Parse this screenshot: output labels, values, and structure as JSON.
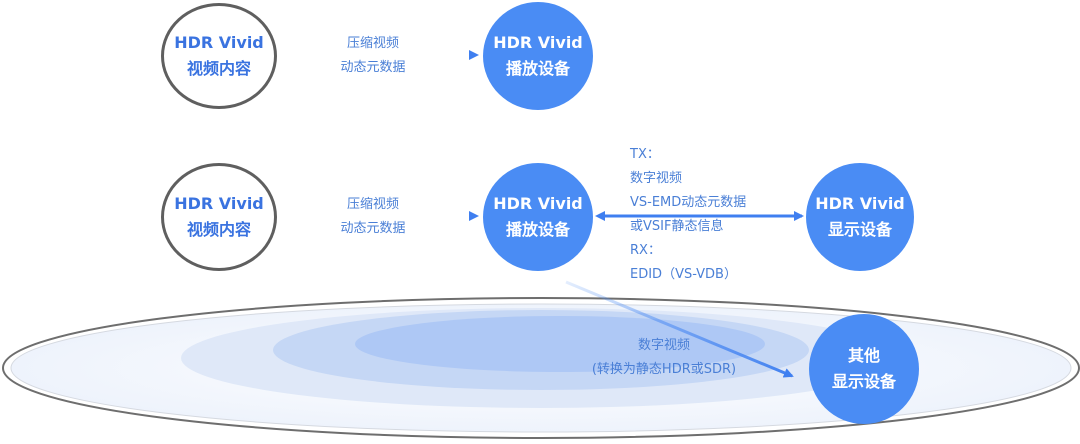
{
  "row1": {
    "source": {
      "line1": "HDR Vivid",
      "line2": "视频内容"
    },
    "arrow_label": {
      "line1": "压缩视频",
      "line2": "动态元数据"
    },
    "player": {
      "line1": "HDR Vivid",
      "line2": "播放设备"
    }
  },
  "row2": {
    "source": {
      "line1": "HDR Vivid",
      "line2": "视频内容"
    },
    "arrow_label": {
      "line1": "压缩视频",
      "line2": "动态元数据"
    },
    "player": {
      "line1": "HDR Vivid",
      "line2": "播放设备"
    },
    "link_label": {
      "l1": "TX：",
      "l2": "数字视频",
      "l3": "VS-EMD动态元数据",
      "l4": "或VSIF静态信息",
      "l5": "RX：",
      "l6": "EDID（VS-VDB）"
    },
    "display": {
      "line1": "HDR Vivid",
      "line2": "显示设备"
    }
  },
  "other": {
    "label": {
      "line1": "数字视频",
      "line2": "(转换为静态HDR或SDR)"
    },
    "display": {
      "line1": "其他",
      "line2": "显示设备"
    }
  },
  "colors": {
    "accent": "#4a8cf4",
    "outline": "#5f5f5f",
    "text_blue": "#3a73e0",
    "label_blue": "#4a7fd6",
    "ellipse_fill": "#aec8f5"
  }
}
